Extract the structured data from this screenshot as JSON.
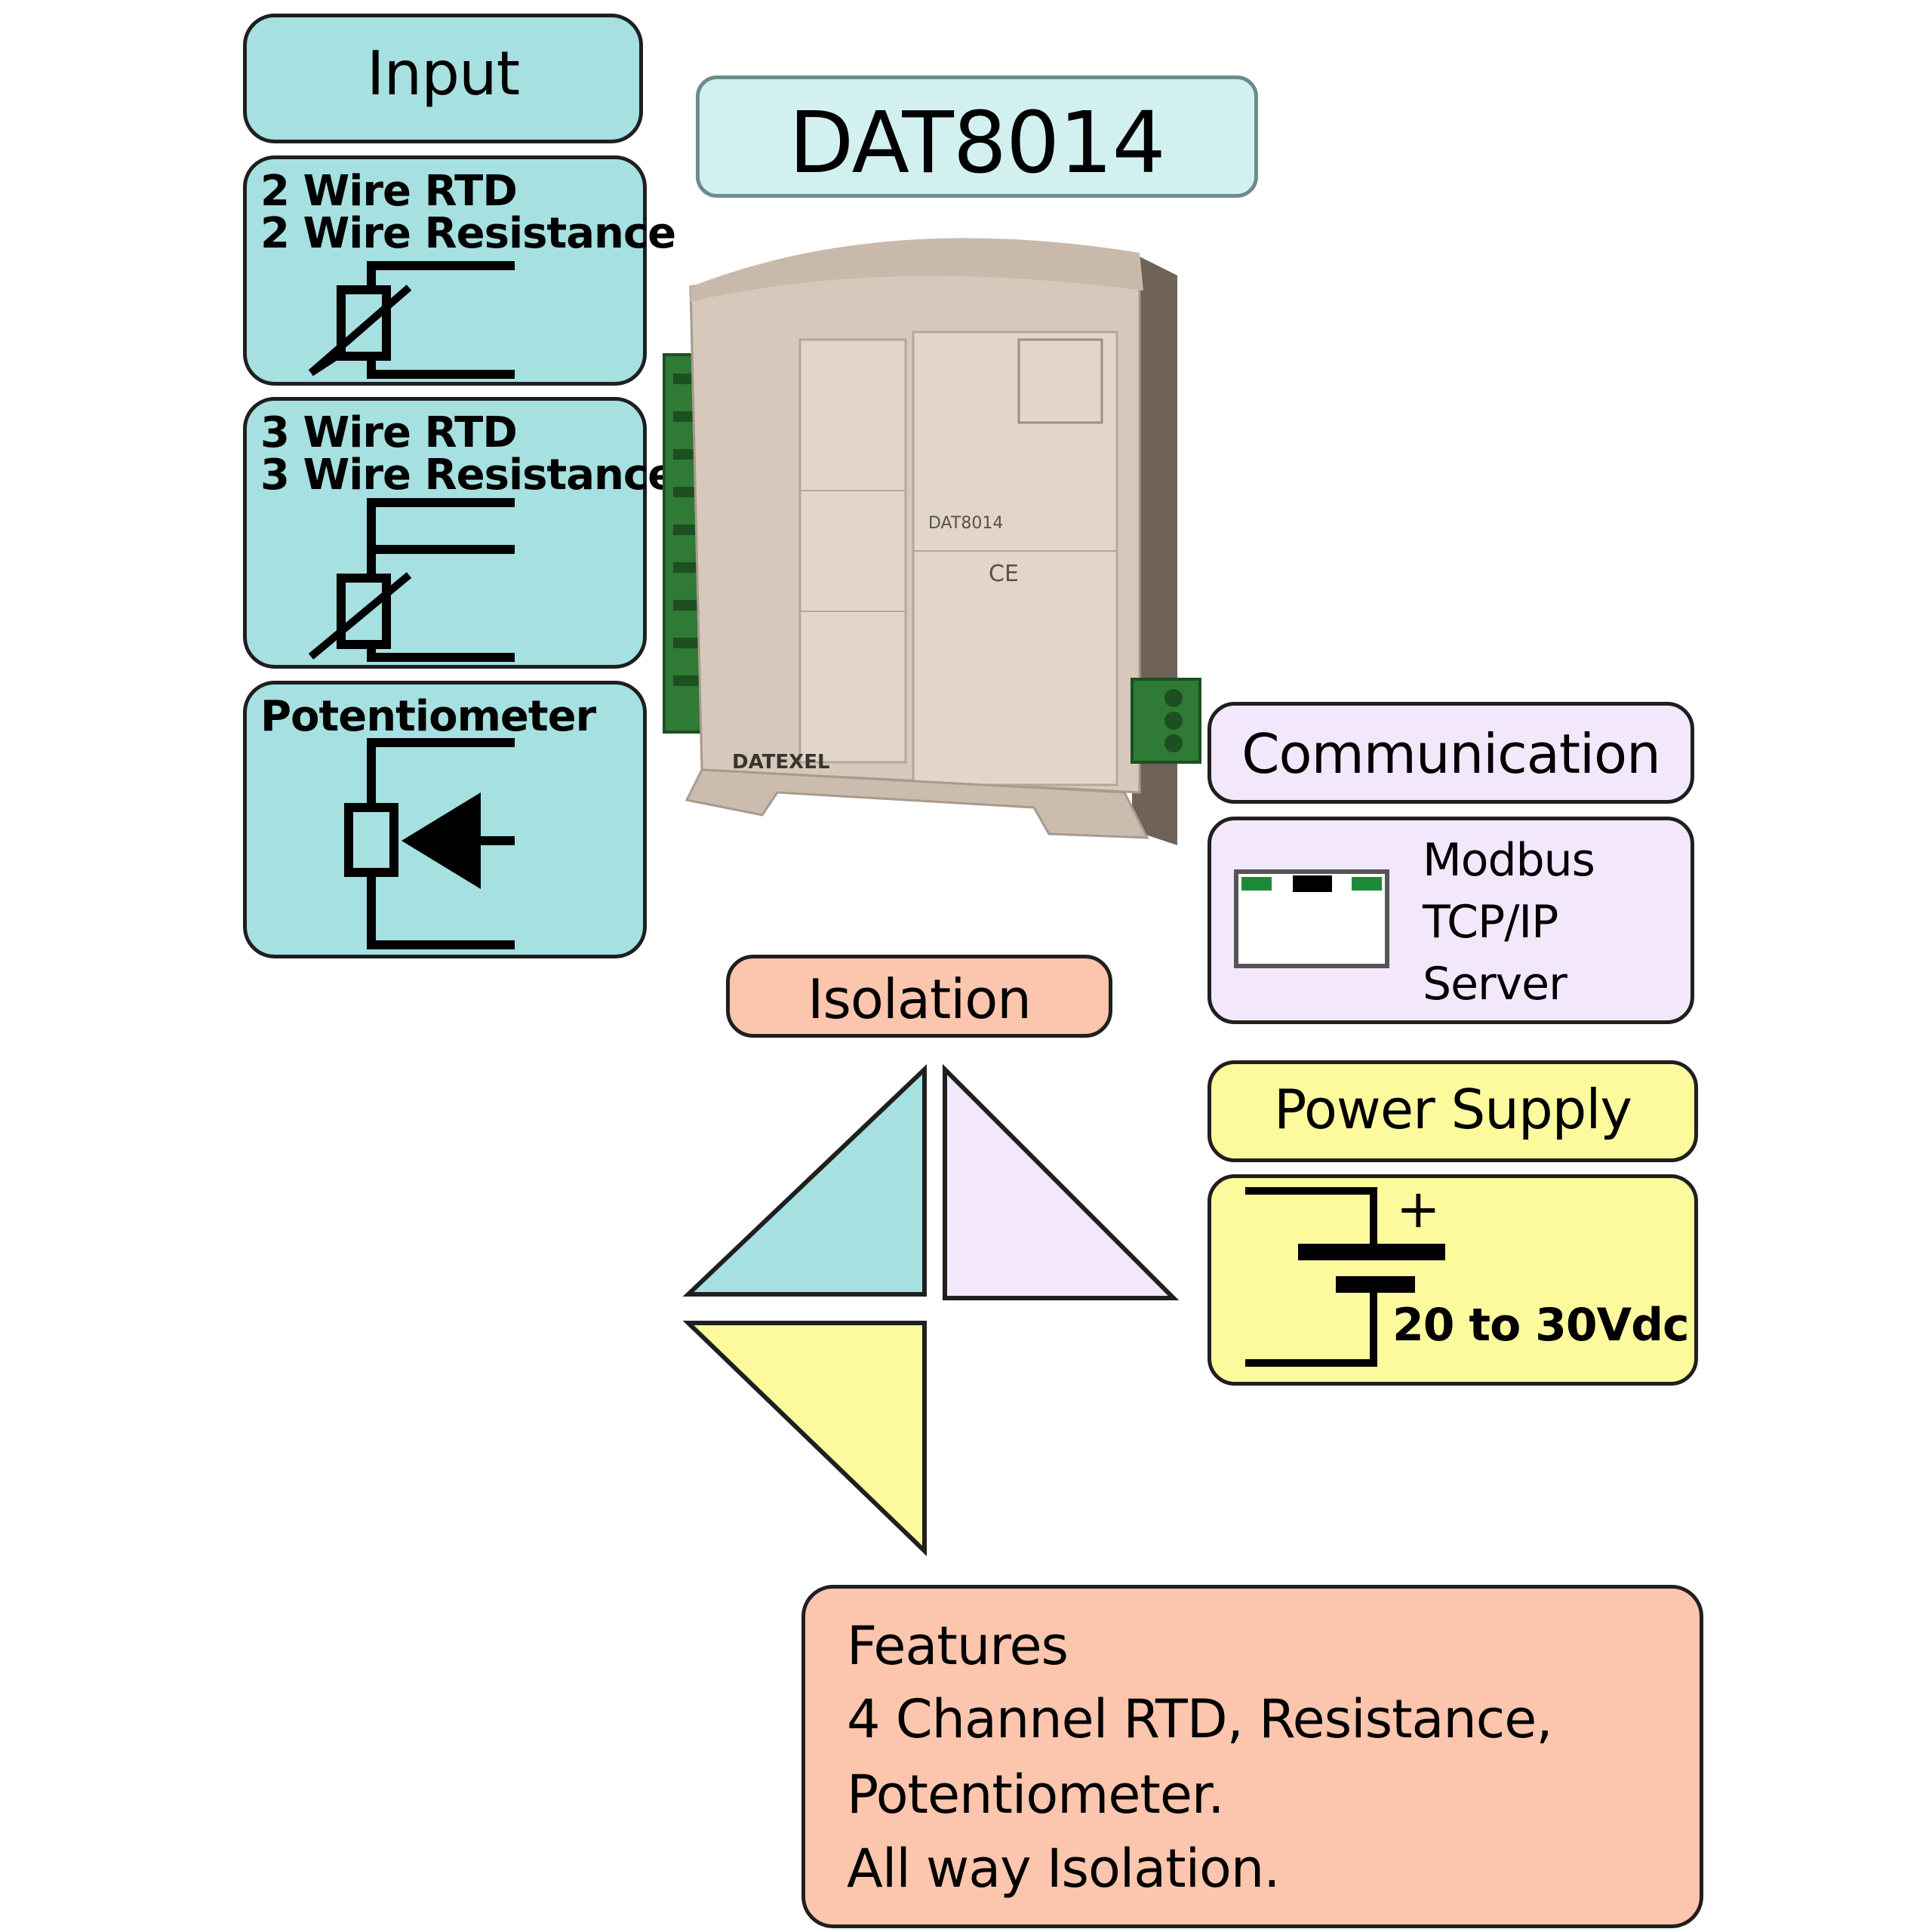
{
  "title": "DAT8014",
  "input": {
    "header": "Input",
    "items": [
      {
        "lines": [
          "2 Wire RTD",
          "2 Wire Resistance"
        ],
        "icon": "rtd-2wire-icon"
      },
      {
        "lines": [
          "3 Wire RTD",
          "3 Wire Resistance"
        ],
        "icon": "rtd-3wire-icon"
      },
      {
        "lines": [
          "Potentiometer"
        ],
        "icon": "potentiometer-icon"
      }
    ]
  },
  "communication": {
    "header": "Communication",
    "lines": [
      "Modbus",
      "TCP/IP",
      "Server"
    ],
    "icon": "ethernet-port-icon"
  },
  "power": {
    "header": "Power Supply",
    "plus": "+",
    "voltage": "20 to 30Vdc",
    "icon": "battery-icon"
  },
  "isolation": {
    "label": "Isolation",
    "icon": "isolation-triangles-icon",
    "colors": {
      "input": "#a6e0e0",
      "communication": "#f3e8fb",
      "power": "#fdfa9e"
    }
  },
  "features": {
    "lines": [
      "Features",
      "4 Channel RTD, Resistance,",
      "Potentiometer.",
      "All way Isolation."
    ]
  },
  "device": {
    "brand": "DATEXEL",
    "model": "DAT8014",
    "body_color": "#d6c8bb"
  }
}
